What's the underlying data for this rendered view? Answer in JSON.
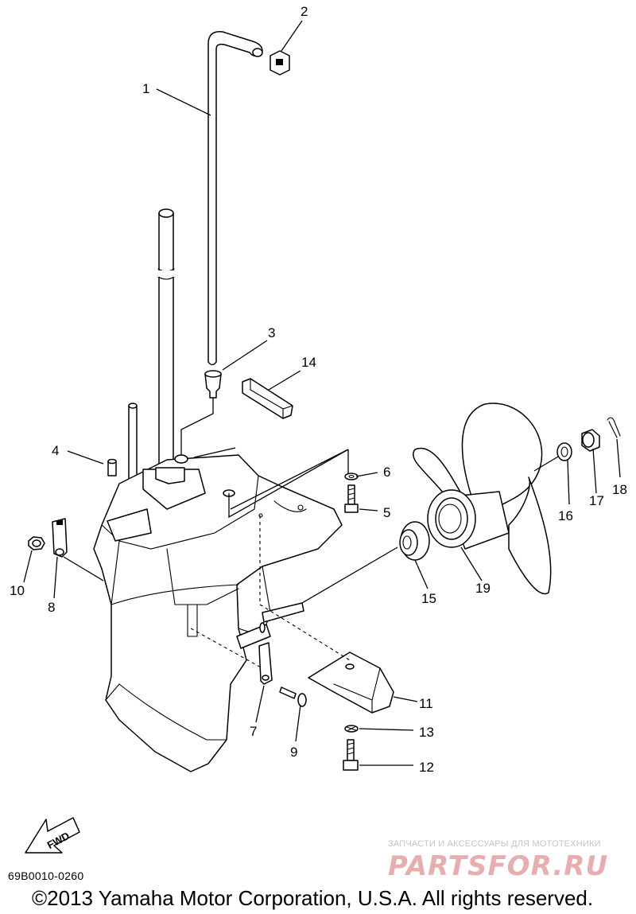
{
  "parts": [
    {
      "num": "1"
    },
    {
      "num": "2"
    },
    {
      "num": "3"
    },
    {
      "num": "4"
    },
    {
      "num": "5"
    },
    {
      "num": "6"
    },
    {
      "num": "7"
    },
    {
      "num": "8"
    },
    {
      "num": "9"
    },
    {
      "num": "10"
    },
    {
      "num": "11"
    },
    {
      "num": "12"
    },
    {
      "num": "13"
    },
    {
      "num": "14"
    },
    {
      "num": "15"
    },
    {
      "num": "16"
    },
    {
      "num": "17"
    },
    {
      "num": "18"
    },
    {
      "num": "19"
    }
  ],
  "direction_arrow": "FWD",
  "diagram_code": "69B0010-0260",
  "copyright": "©2013 Yamaha Motor Corporation, U.S.A. All rights reserved.",
  "watermark": {
    "tagline": "ЗАПЧАСТИ И АКСЕССУАРЫ ДЛЯ МОТОТЕХНИКИ",
    "brand": "PARTSFOR.RU"
  }
}
